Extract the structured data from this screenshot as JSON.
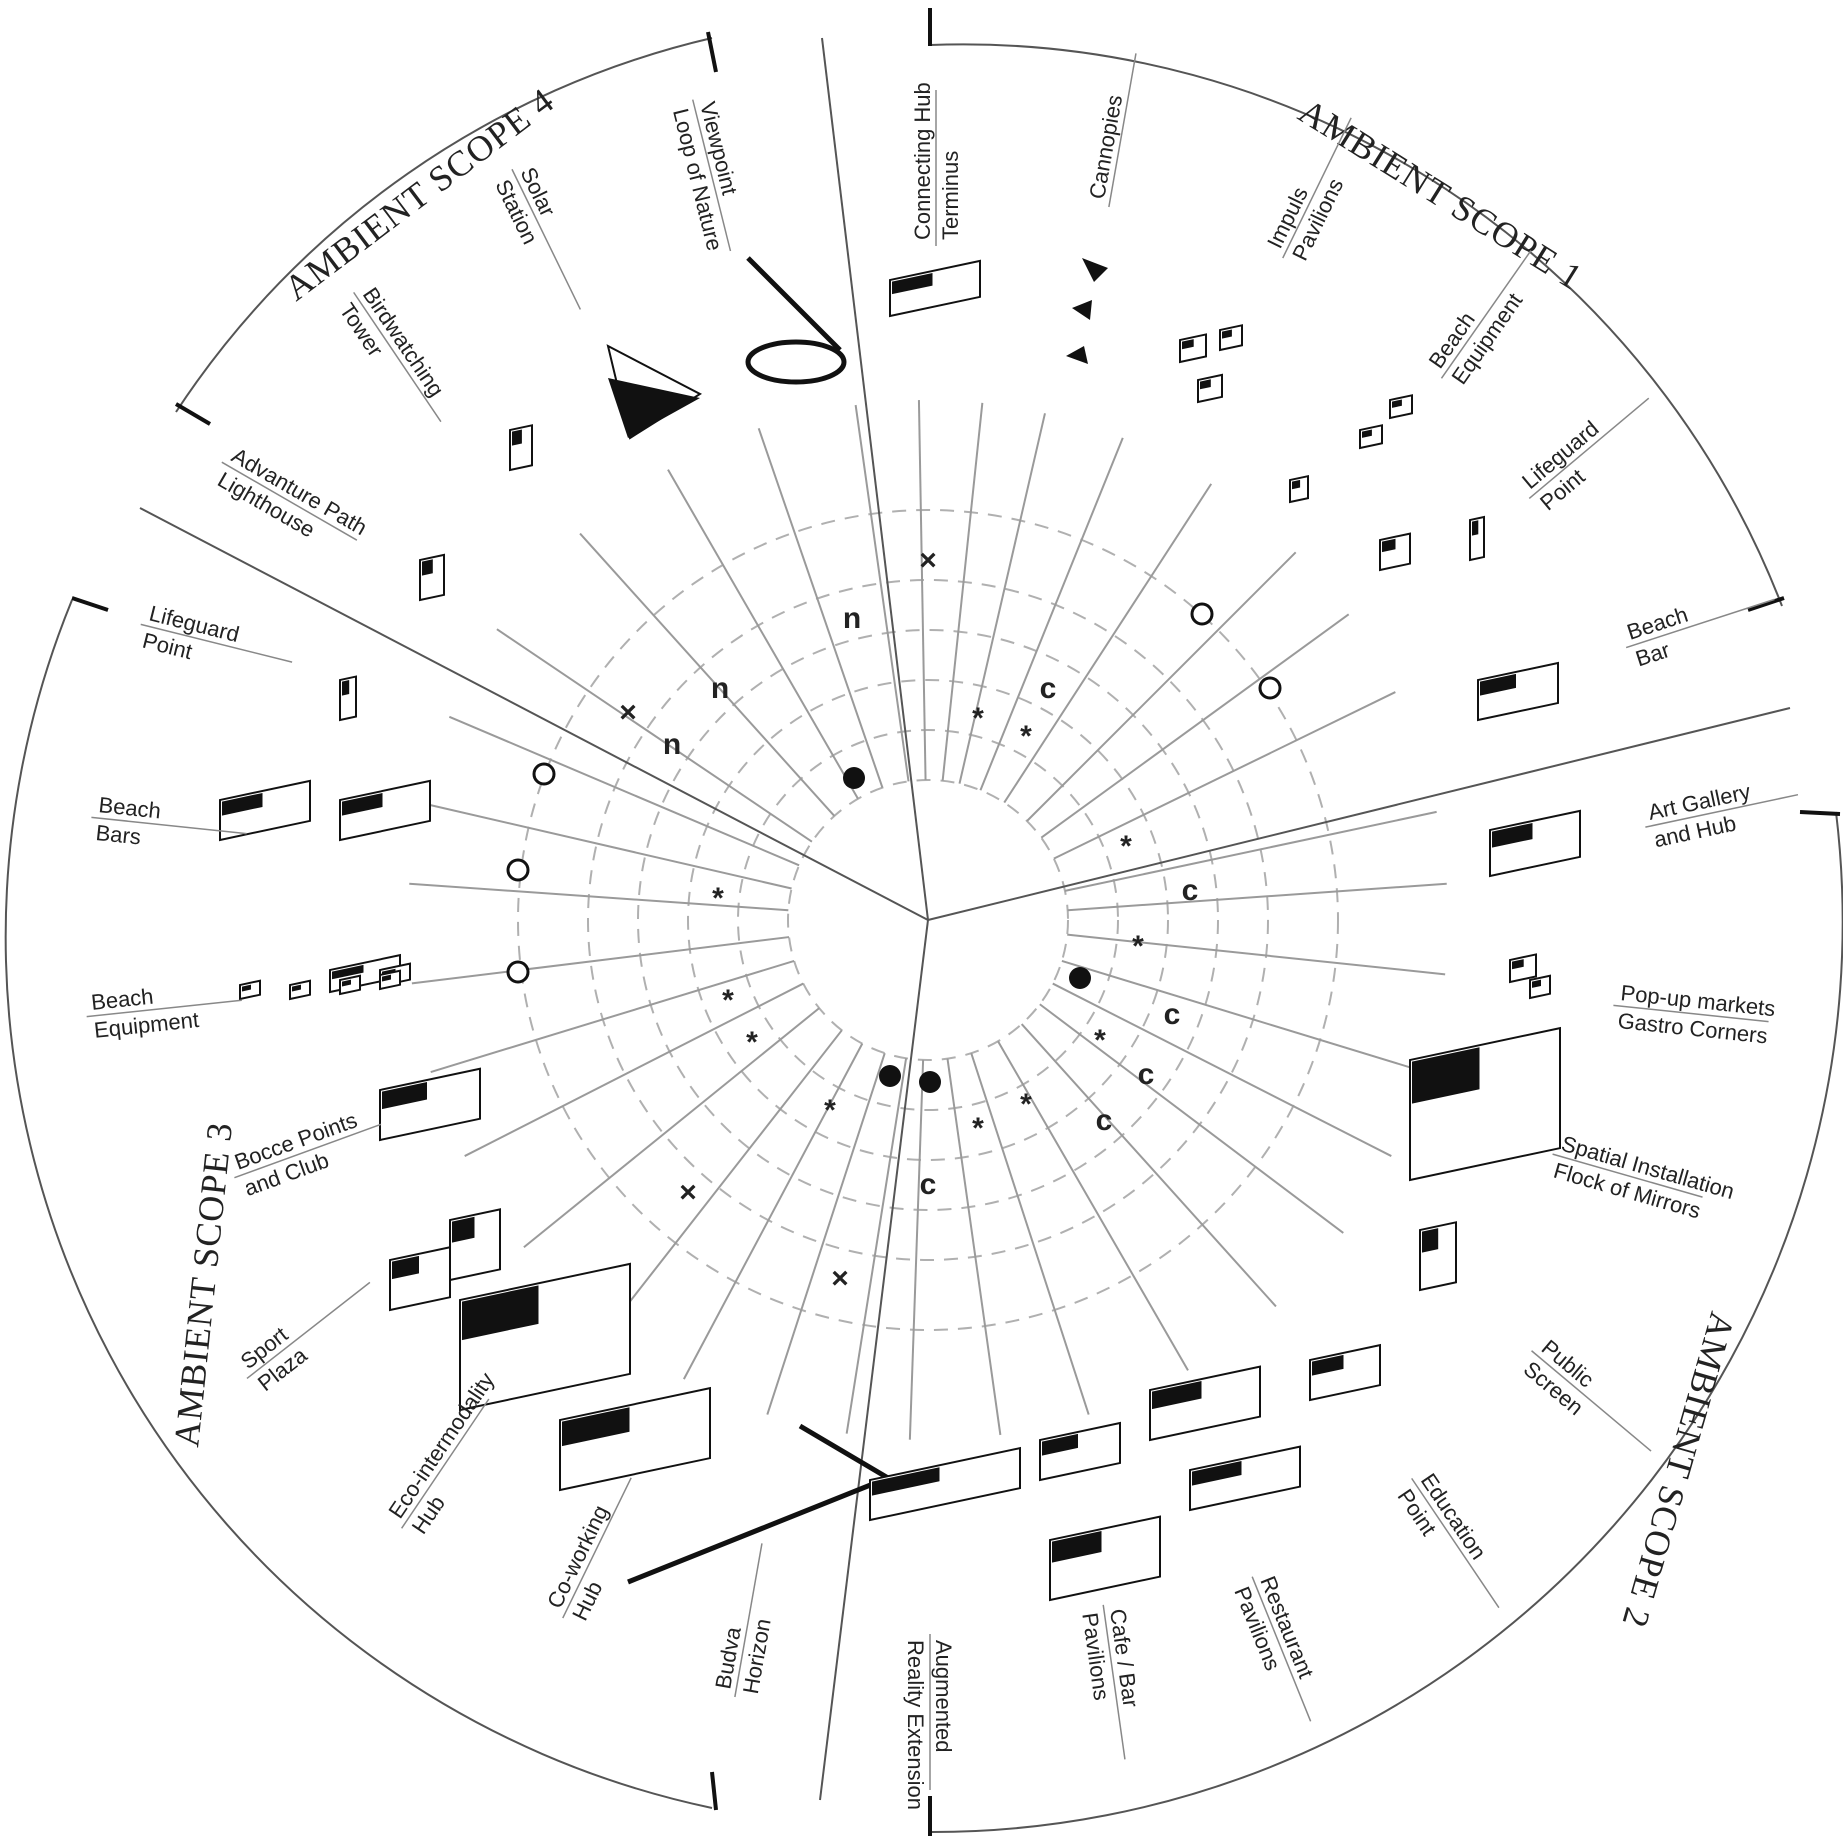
{
  "scopes": {
    "s1": "AMBIENT SCOPE 1",
    "s2": "AMBIENT SCOPE 2",
    "s3": "AMBIENT SCOPE 3",
    "s4": "AMBIENT SCOPE 4"
  },
  "labels": {
    "connecting_hub": [
      "Connecting Hub",
      "Terminus"
    ],
    "cannopies": [
      "Cannopies"
    ],
    "impuls_pavilions": [
      "Impuls",
      "Pavilions"
    ],
    "beach_equipment_1": [
      "Beach",
      "Equipment"
    ],
    "lifeguard_point_1": [
      "Lifeguard",
      "Point"
    ],
    "beach_bar": [
      "Beach",
      "Bar"
    ],
    "art_gallery": [
      "Art Gallery",
      "and Hub"
    ],
    "popup_markets": [
      "Pop-up markets",
      "Gastro Corners"
    ],
    "spatial_installation": [
      "Spatial Installation",
      "Flock of Mirrors"
    ],
    "public_screen": [
      "Public",
      "Screen"
    ],
    "education_point": [
      "Education",
      "Point"
    ],
    "restaurant_pavilions": [
      "Restaurant",
      "Pavilions"
    ],
    "cafe_bar_pavilions": [
      "Cafe / Bar",
      "Pavilions"
    ],
    "augmented_reality": [
      "Augmented",
      "Reality Extension"
    ],
    "budva_horizon": [
      "Budva",
      "Horizon"
    ],
    "coworking_hub": [
      "Co-working",
      "Hub"
    ],
    "eco_intermodality": [
      "Eco-intermodality",
      "Hub"
    ],
    "sport_plaza": [
      "Sport",
      "Plaza"
    ],
    "bocce_points": [
      "Bocce Points",
      "and Club"
    ],
    "beach_equipment_3": [
      "Beach",
      "Equipment"
    ],
    "beach_bars_3": [
      "Beach",
      "Bars"
    ],
    "lifeguard_point_3": [
      "Lifeguard",
      "Point"
    ],
    "adventure_path": [
      "Advanture Path",
      "Lighthouse"
    ],
    "birdwatching_tower": [
      "Birdwatching",
      "Tower"
    ],
    "solar_station": [
      "Solar",
      "Station"
    ],
    "viewpoint": [
      "Viewpoint",
      "Loop of Nature"
    ]
  },
  "markers": {
    "x": "×",
    "star": "*",
    "c": "c",
    "n": "n"
  },
  "colors": {
    "ink": "#111111",
    "line": "#9a9a9a",
    "dash": "#b0b0b0",
    "bracket": "#555555"
  }
}
